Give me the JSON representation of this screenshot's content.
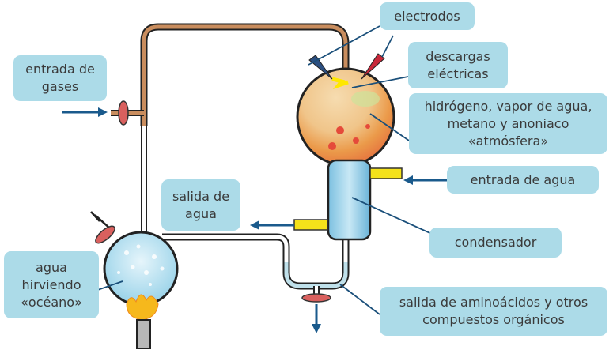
{
  "title": "Experimento de Miller",
  "labels": {
    "gas_inlet": "entrada de gases",
    "electrodes": "electrodos",
    "discharges": "descargas eléctricas",
    "atmosphere": "hidrógeno, vapor de agua, metano y anoniaco «atmósfera»",
    "water_inlet": "entrada de agua",
    "water_outlet": "salida de agua",
    "condenser": "condensador",
    "ocean": "agua hirviendo «océano»",
    "amino_outlet": "salida de aminoácidos y otros compuestos orgánicos"
  },
  "colors": {
    "label_bg": "#acdbe8",
    "leader": "#1a4f7a",
    "arrow": "#1a5a8c",
    "tube_top": "#c98d5e"
  }
}
